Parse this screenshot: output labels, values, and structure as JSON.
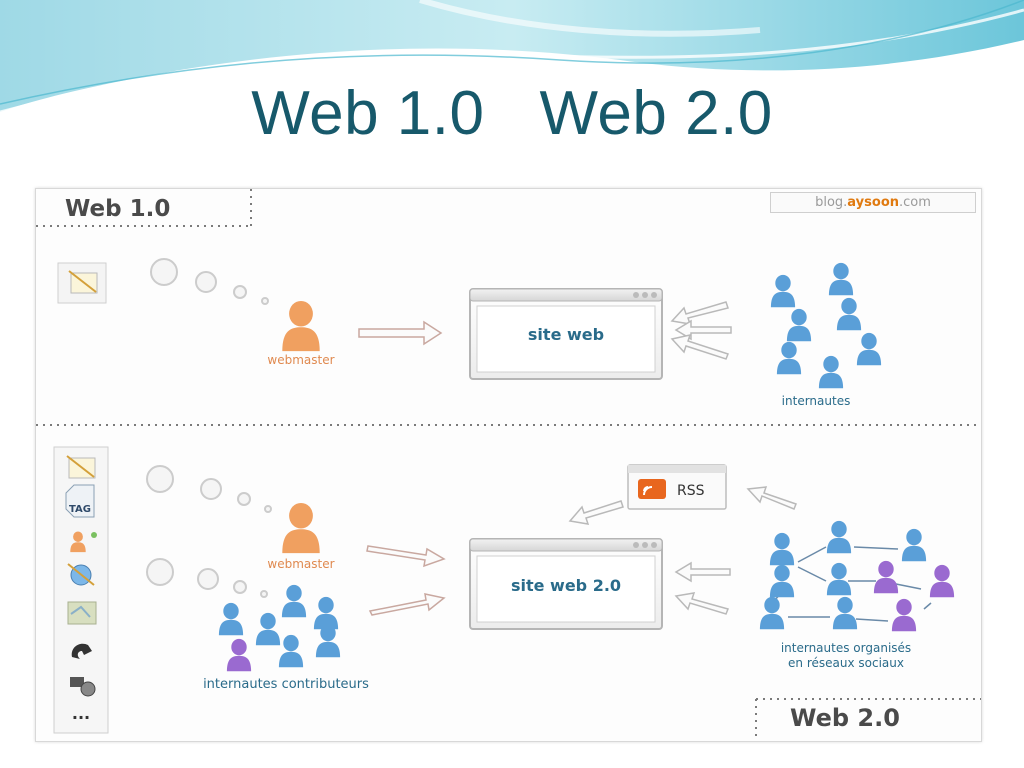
{
  "slide": {
    "title_left": "Web 1.0",
    "title_right": "Web 2.0"
  },
  "diagram": {
    "credit_prefix": "blog.",
    "credit_brand": "aysoon",
    "credit_suffix": ".com",
    "section_web1_label": "Web 1.0",
    "section_web2_label": "Web 2.0",
    "web1": {
      "site_label": "site web",
      "webmaster_label": "webmaster",
      "users_label": "internautes"
    },
    "web2": {
      "site_label": "site web 2.0",
      "rss_label": "RSS",
      "webmaster_label": "webmaster",
      "contributors_label": "internautes contributeurs",
      "social_label_line1": "internautes organisés",
      "social_label_line2": "en réseaux sociaux",
      "sidebar_tag_label": "TAG",
      "sidebar_more_label": "..."
    }
  },
  "colors": {
    "title": "#17596b",
    "user_blue": "#5a9fd8",
    "user_purple": "#9a6ad0",
    "user_orange": "#f0a060",
    "rss_orange": "#e8661e"
  }
}
